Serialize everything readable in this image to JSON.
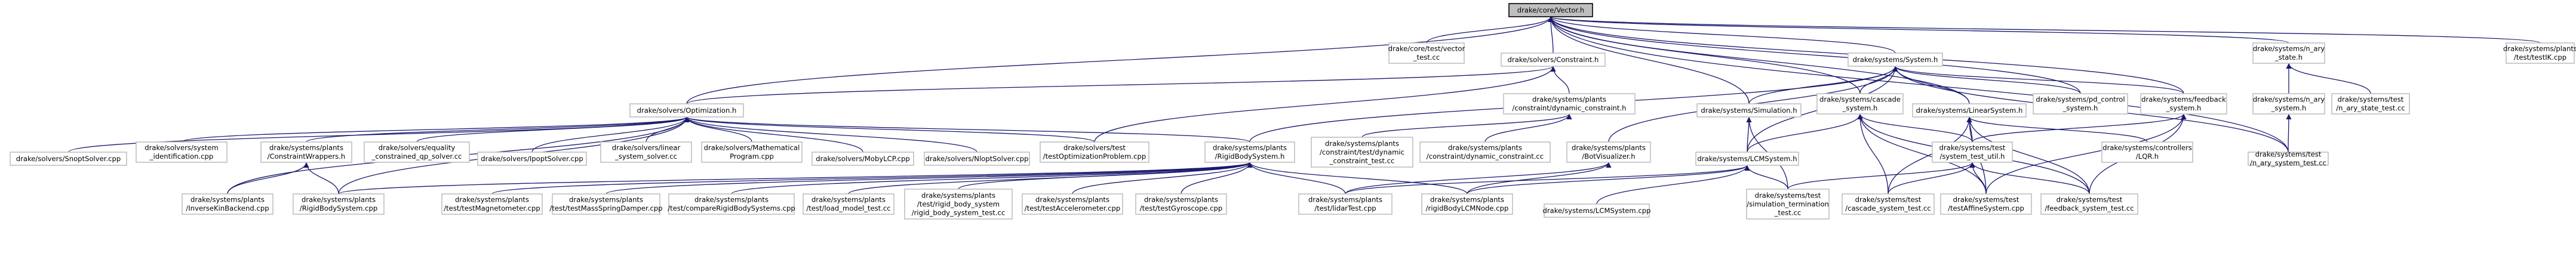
{
  "diagram": {
    "title": "drake/core/Vector.h",
    "nodes": [
      {
        "id": "vector_h",
        "lines": [
          "drake/core/Vector.h"
        ],
        "root": true
      },
      {
        "id": "core_test_vector",
        "lines": [
          "drake/core/test/vector",
          "_test.cc"
        ]
      },
      {
        "id": "constraint_h",
        "lines": [
          "drake/solvers/Constraint.h"
        ]
      },
      {
        "id": "system_h",
        "lines": [
          "drake/systems/System.h"
        ]
      },
      {
        "id": "n_ary_state_h",
        "lines": [
          "drake/systems/n_ary",
          "_state.h"
        ]
      },
      {
        "id": "testrbc",
        "lines": [
          "drake/systems/plants",
          "/test/testIK.cpp"
        ]
      },
      {
        "id": "optimization_h",
        "lines": [
          "drake/solvers/Optimization.h"
        ]
      },
      {
        "id": "dynamic_constraint_h",
        "lines": [
          "drake/systems/plants",
          "/constraint/dynamic_constraint.h"
        ]
      },
      {
        "id": "simulation_h",
        "lines": [
          "drake/systems/Simulation.h"
        ]
      },
      {
        "id": "cascade_system_h",
        "lines": [
          "drake/systems/cascade",
          "_system.h"
        ]
      },
      {
        "id": "linear_system_h",
        "lines": [
          "drake/systems/LinearSystem.h"
        ]
      },
      {
        "id": "pd_control_h",
        "lines": [
          "drake/systems/pd_control",
          "_system.h"
        ]
      },
      {
        "id": "feedback_system_h",
        "lines": [
          "drake/systems/feedback",
          "_system.h"
        ]
      },
      {
        "id": "n_ary_system_h",
        "lines": [
          "drake/systems/n_ary",
          "_system.h"
        ]
      },
      {
        "id": "n_ary_state_test",
        "lines": [
          "drake/systems/test",
          "/n_ary_state_test.cc"
        ]
      },
      {
        "id": "snopt_solver",
        "lines": [
          "drake/solvers/SnoptSolver.cpp"
        ]
      },
      {
        "id": "system_identification",
        "lines": [
          "drake/solvers/system",
          "_identification.cpp"
        ]
      },
      {
        "id": "constraint_wrappers",
        "lines": [
          "drake/systems/plants",
          "/ConstraintWrappers.h"
        ]
      },
      {
        "id": "equality_qp",
        "lines": [
          "drake/solvers/equality",
          "_constrained_qp_solver.cc"
        ]
      },
      {
        "id": "ipopt_solver",
        "lines": [
          "drake/solvers/IpoptSolver.cpp"
        ]
      },
      {
        "id": "linear_system_solver",
        "lines": [
          "drake/solvers/linear",
          "_system_solver.cc"
        ]
      },
      {
        "id": "mathematical_program",
        "lines": [
          "drake/solvers/Mathematical",
          "Program.cpp"
        ]
      },
      {
        "id": "mobylcp",
        "lines": [
          "drake/solvers/MobyLCP.cpp"
        ]
      },
      {
        "id": "nlopt_solver",
        "lines": [
          "drake/solvers/NloptSolver.cpp"
        ]
      },
      {
        "id": "test_optimization_problem",
        "lines": [
          "drake/solvers/test",
          "/testOptimizationProblem.cpp"
        ]
      },
      {
        "id": "rigid_body_system_h",
        "lines": [
          "drake/systems/plants",
          "/RigidBodySystem.h"
        ]
      },
      {
        "id": "dynamic_constraint_test",
        "lines": [
          "drake/systems/plants",
          "/constraint/test/dynamic",
          "_constraint_test.cc"
        ]
      },
      {
        "id": "dynamic_constraint_cc",
        "lines": [
          "drake/systems/plants",
          "/constraint/dynamic_constraint.cc"
        ]
      },
      {
        "id": "bot_visualizer_h",
        "lines": [
          "drake/systems/plants",
          "/BotVisualizer.h"
        ]
      },
      {
        "id": "lcm_system_h",
        "lines": [
          "drake/systems/LCMSystem.h"
        ]
      },
      {
        "id": "system_test_util_h",
        "lines": [
          "drake/systems/test",
          "/system_test_util.h"
        ]
      },
      {
        "id": "controllers_lqr",
        "lines": [
          "drake/systems/controllers",
          "/LQR.h"
        ]
      },
      {
        "id": "n_ary_system_test",
        "lines": [
          "drake/systems/test",
          "/n_ary_system_test.cc"
        ]
      },
      {
        "id": "inverse_kin_backend",
        "lines": [
          "drake/systems/plants",
          "/InverseKinBackend.cpp"
        ]
      },
      {
        "id": "rigid_body_system_cpp",
        "lines": [
          "drake/systems/plants",
          "/RigidBodySystem.cpp"
        ]
      },
      {
        "id": "test_magnetometer",
        "lines": [
          "drake/systems/plants",
          "/test/testMagnetometer.cpp"
        ]
      },
      {
        "id": "test_mass_spring_damper",
        "lines": [
          "drake/systems/plants",
          "/test/testMassSpringDamper.cpp"
        ]
      },
      {
        "id": "compare_rigid_body_systems",
        "lines": [
          "drake/systems/plants",
          "/test/compareRigidBodySystems.cpp"
        ]
      },
      {
        "id": "load_model_test",
        "lines": [
          "drake/systems/plants",
          "/test/load_model_test.cc"
        ]
      },
      {
        "id": "rigid_body_system_test",
        "lines": [
          "drake/systems/plants",
          "/test/rigid_body_system",
          "/rigid_body_system_test.cc"
        ]
      },
      {
        "id": "test_accelerometer",
        "lines": [
          "drake/systems/plants",
          "/test/testAccelerometer.cpp"
        ]
      },
      {
        "id": "test_gyroscope",
        "lines": [
          "drake/systems/plants",
          "/test/testGyroscope.cpp"
        ]
      },
      {
        "id": "test_lidar",
        "lines": [
          "drake/systems/plants",
          "/test/lidarTest.cpp"
        ]
      },
      {
        "id": "rigid_body_lcm_node",
        "lines": [
          "drake/systems/plants",
          "/rigidBodyLCMNode.cpp"
        ]
      },
      {
        "id": "lcm_system_cpp",
        "lines": [
          "drake/systems/LCMSystem.cpp"
        ]
      },
      {
        "id": "simulation_termination_test",
        "lines": [
          "drake/systems/test",
          "/simulation_termination",
          "_test.cc"
        ]
      },
      {
        "id": "cascade_system_test",
        "lines": [
          "drake/systems/test",
          "/cascade_system_test.cc"
        ]
      },
      {
        "id": "test_affine_system",
        "lines": [
          "drake/systems/test",
          "/testAffineSystem.cpp"
        ]
      },
      {
        "id": "feedback_system_test",
        "lines": [
          "drake/systems/test",
          "/feedback_system_test.cc"
        ]
      }
    ],
    "edges": [
      [
        "vector_h",
        "core_test_vector"
      ],
      [
        "vector_h",
        "constraint_h"
      ],
      [
        "vector_h",
        "system_h"
      ],
      [
        "vector_h",
        "n_ary_state_h"
      ],
      [
        "vector_h",
        "testrbc"
      ],
      [
        "vector_h",
        "optimization_h"
      ],
      [
        "vector_h",
        "linear_system_h"
      ],
      [
        "vector_h",
        "pd_control_h"
      ],
      [
        "vector_h",
        "feedback_system_h"
      ],
      [
        "vector_h",
        "n_ary_system_test"
      ],
      [
        "vector_h",
        "cascade_system_h"
      ],
      [
        "vector_h",
        "simulation_h"
      ],
      [
        "constraint_h",
        "optimization_h"
      ],
      [
        "constraint_h",
        "dynamic_constraint_h"
      ],
      [
        "constraint_h",
        "test_optimization_problem"
      ],
      [
        "system_h",
        "simulation_h"
      ],
      [
        "system_h",
        "cascade_system_h"
      ],
      [
        "system_h",
        "linear_system_h"
      ],
      [
        "system_h",
        "pd_control_h"
      ],
      [
        "system_h",
        "feedback_system_h"
      ],
      [
        "system_h",
        "rigid_body_system_h"
      ],
      [
        "system_h",
        "lcm_system_h"
      ],
      [
        "system_h",
        "bot_visualizer_h"
      ],
      [
        "system_h",
        "n_ary_system_test"
      ],
      [
        "n_ary_state_h",
        "n_ary_system_h"
      ],
      [
        "n_ary_state_h",
        "n_ary_state_test"
      ],
      [
        "n_ary_system_h",
        "n_ary_system_test"
      ],
      [
        "optimization_h",
        "snopt_solver"
      ],
      [
        "optimization_h",
        "system_identification"
      ],
      [
        "optimization_h",
        "constraint_wrappers"
      ],
      [
        "optimization_h",
        "equality_qp"
      ],
      [
        "optimization_h",
        "ipopt_solver"
      ],
      [
        "optimization_h",
        "linear_system_solver"
      ],
      [
        "optimization_h",
        "mathematical_program"
      ],
      [
        "optimization_h",
        "mobylcp"
      ],
      [
        "optimization_h",
        "nlopt_solver"
      ],
      [
        "optimization_h",
        "test_optimization_problem"
      ],
      [
        "optimization_h",
        "rigid_body_system_h"
      ],
      [
        "optimization_h",
        "inverse_kin_backend"
      ],
      [
        "optimization_h",
        "rigid_body_system_cpp"
      ],
      [
        "dynamic_constraint_h",
        "dynamic_constraint_test"
      ],
      [
        "dynamic_constraint_h",
        "dynamic_constraint_cc"
      ],
      [
        "constraint_wrappers",
        "inverse_kin_backend"
      ],
      [
        "constraint_wrappers",
        "rigid_body_system_cpp"
      ],
      [
        "simulation_h",
        "lcm_system_h"
      ],
      [
        "simulation_h",
        "simulation_termination_test"
      ],
      [
        "cascade_system_h",
        "lcm_system_h"
      ],
      [
        "cascade_system_h",
        "system_test_util_h"
      ],
      [
        "cascade_system_h",
        "cascade_system_test"
      ],
      [
        "cascade_system_h",
        "test_affine_system"
      ],
      [
        "cascade_system_h",
        "feedback_system_test"
      ],
      [
        "linear_system_h",
        "system_test_util_h"
      ],
      [
        "linear_system_h",
        "controllers_lqr"
      ],
      [
        "linear_system_h",
        "test_affine_system"
      ],
      [
        "linear_system_h",
        "feedback_system_test"
      ],
      [
        "linear_system_h",
        "cascade_system_test"
      ],
      [
        "feedback_system_h",
        "system_test_util_h"
      ],
      [
        "feedback_system_h",
        "feedback_system_test"
      ],
      [
        "feedback_system_h",
        "test_affine_system"
      ],
      [
        "system_test_util_h",
        "simulation_termination_test"
      ],
      [
        "system_test_util_h",
        "cascade_system_test"
      ],
      [
        "system_test_util_h",
        "test_affine_system"
      ],
      [
        "system_test_util_h",
        "feedback_system_test"
      ],
      [
        "rigid_body_system_h",
        "rigid_body_system_cpp"
      ],
      [
        "rigid_body_system_h",
        "test_magnetometer"
      ],
      [
        "rigid_body_system_h",
        "test_mass_spring_damper"
      ],
      [
        "rigid_body_system_h",
        "compare_rigid_body_systems"
      ],
      [
        "rigid_body_system_h",
        "load_model_test"
      ],
      [
        "rigid_body_system_h",
        "rigid_body_system_test"
      ],
      [
        "rigid_body_system_h",
        "test_accelerometer"
      ],
      [
        "rigid_body_system_h",
        "test_gyroscope"
      ],
      [
        "rigid_body_system_h",
        "test_lidar"
      ],
      [
        "rigid_body_system_h",
        "rigid_body_lcm_node"
      ],
      [
        "bot_visualizer_h",
        "test_lidar"
      ],
      [
        "bot_visualizer_h",
        "rigid_body_lcm_node"
      ],
      [
        "lcm_system_h",
        "lcm_system_cpp"
      ],
      [
        "lcm_system_h",
        "rigid_body_lcm_node"
      ],
      [
        "lcm_system_h",
        "test_lidar"
      ],
      [
        "lcm_system_h",
        "simulation_termination_test"
      ]
    ]
  }
}
